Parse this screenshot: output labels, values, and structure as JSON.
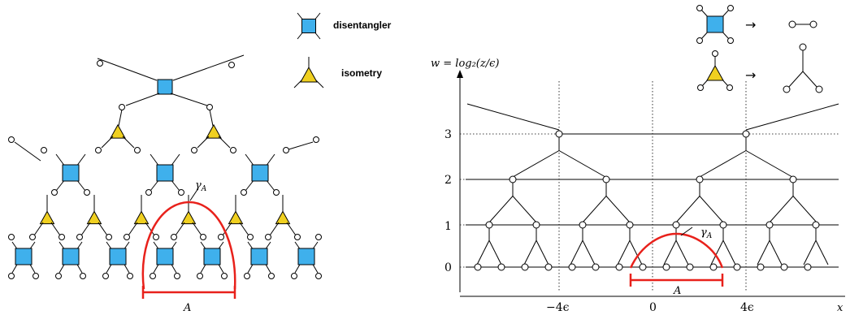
{
  "legend": {
    "disentangler": "disentangler",
    "isometry": "isometry"
  },
  "left": {
    "gamma_label": "γ",
    "gamma_sub": "A",
    "interval_label": "A"
  },
  "right": {
    "y_axis_label": "w = log₂(z/ϵ)",
    "x_axis_label": "x",
    "y_ticks": [
      "0",
      "1",
      "2",
      "3"
    ],
    "x_ticks": [
      "−4ϵ",
      "0",
      "4ϵ"
    ],
    "gamma_label": "γ",
    "gamma_sub": "A",
    "interval_label": "A",
    "legend_arrow": "→"
  },
  "colors": {
    "disentangler_fill": "#3fb0ec",
    "isometry_fill": "#f0d020",
    "geodesic": "#e8211b"
  }
}
